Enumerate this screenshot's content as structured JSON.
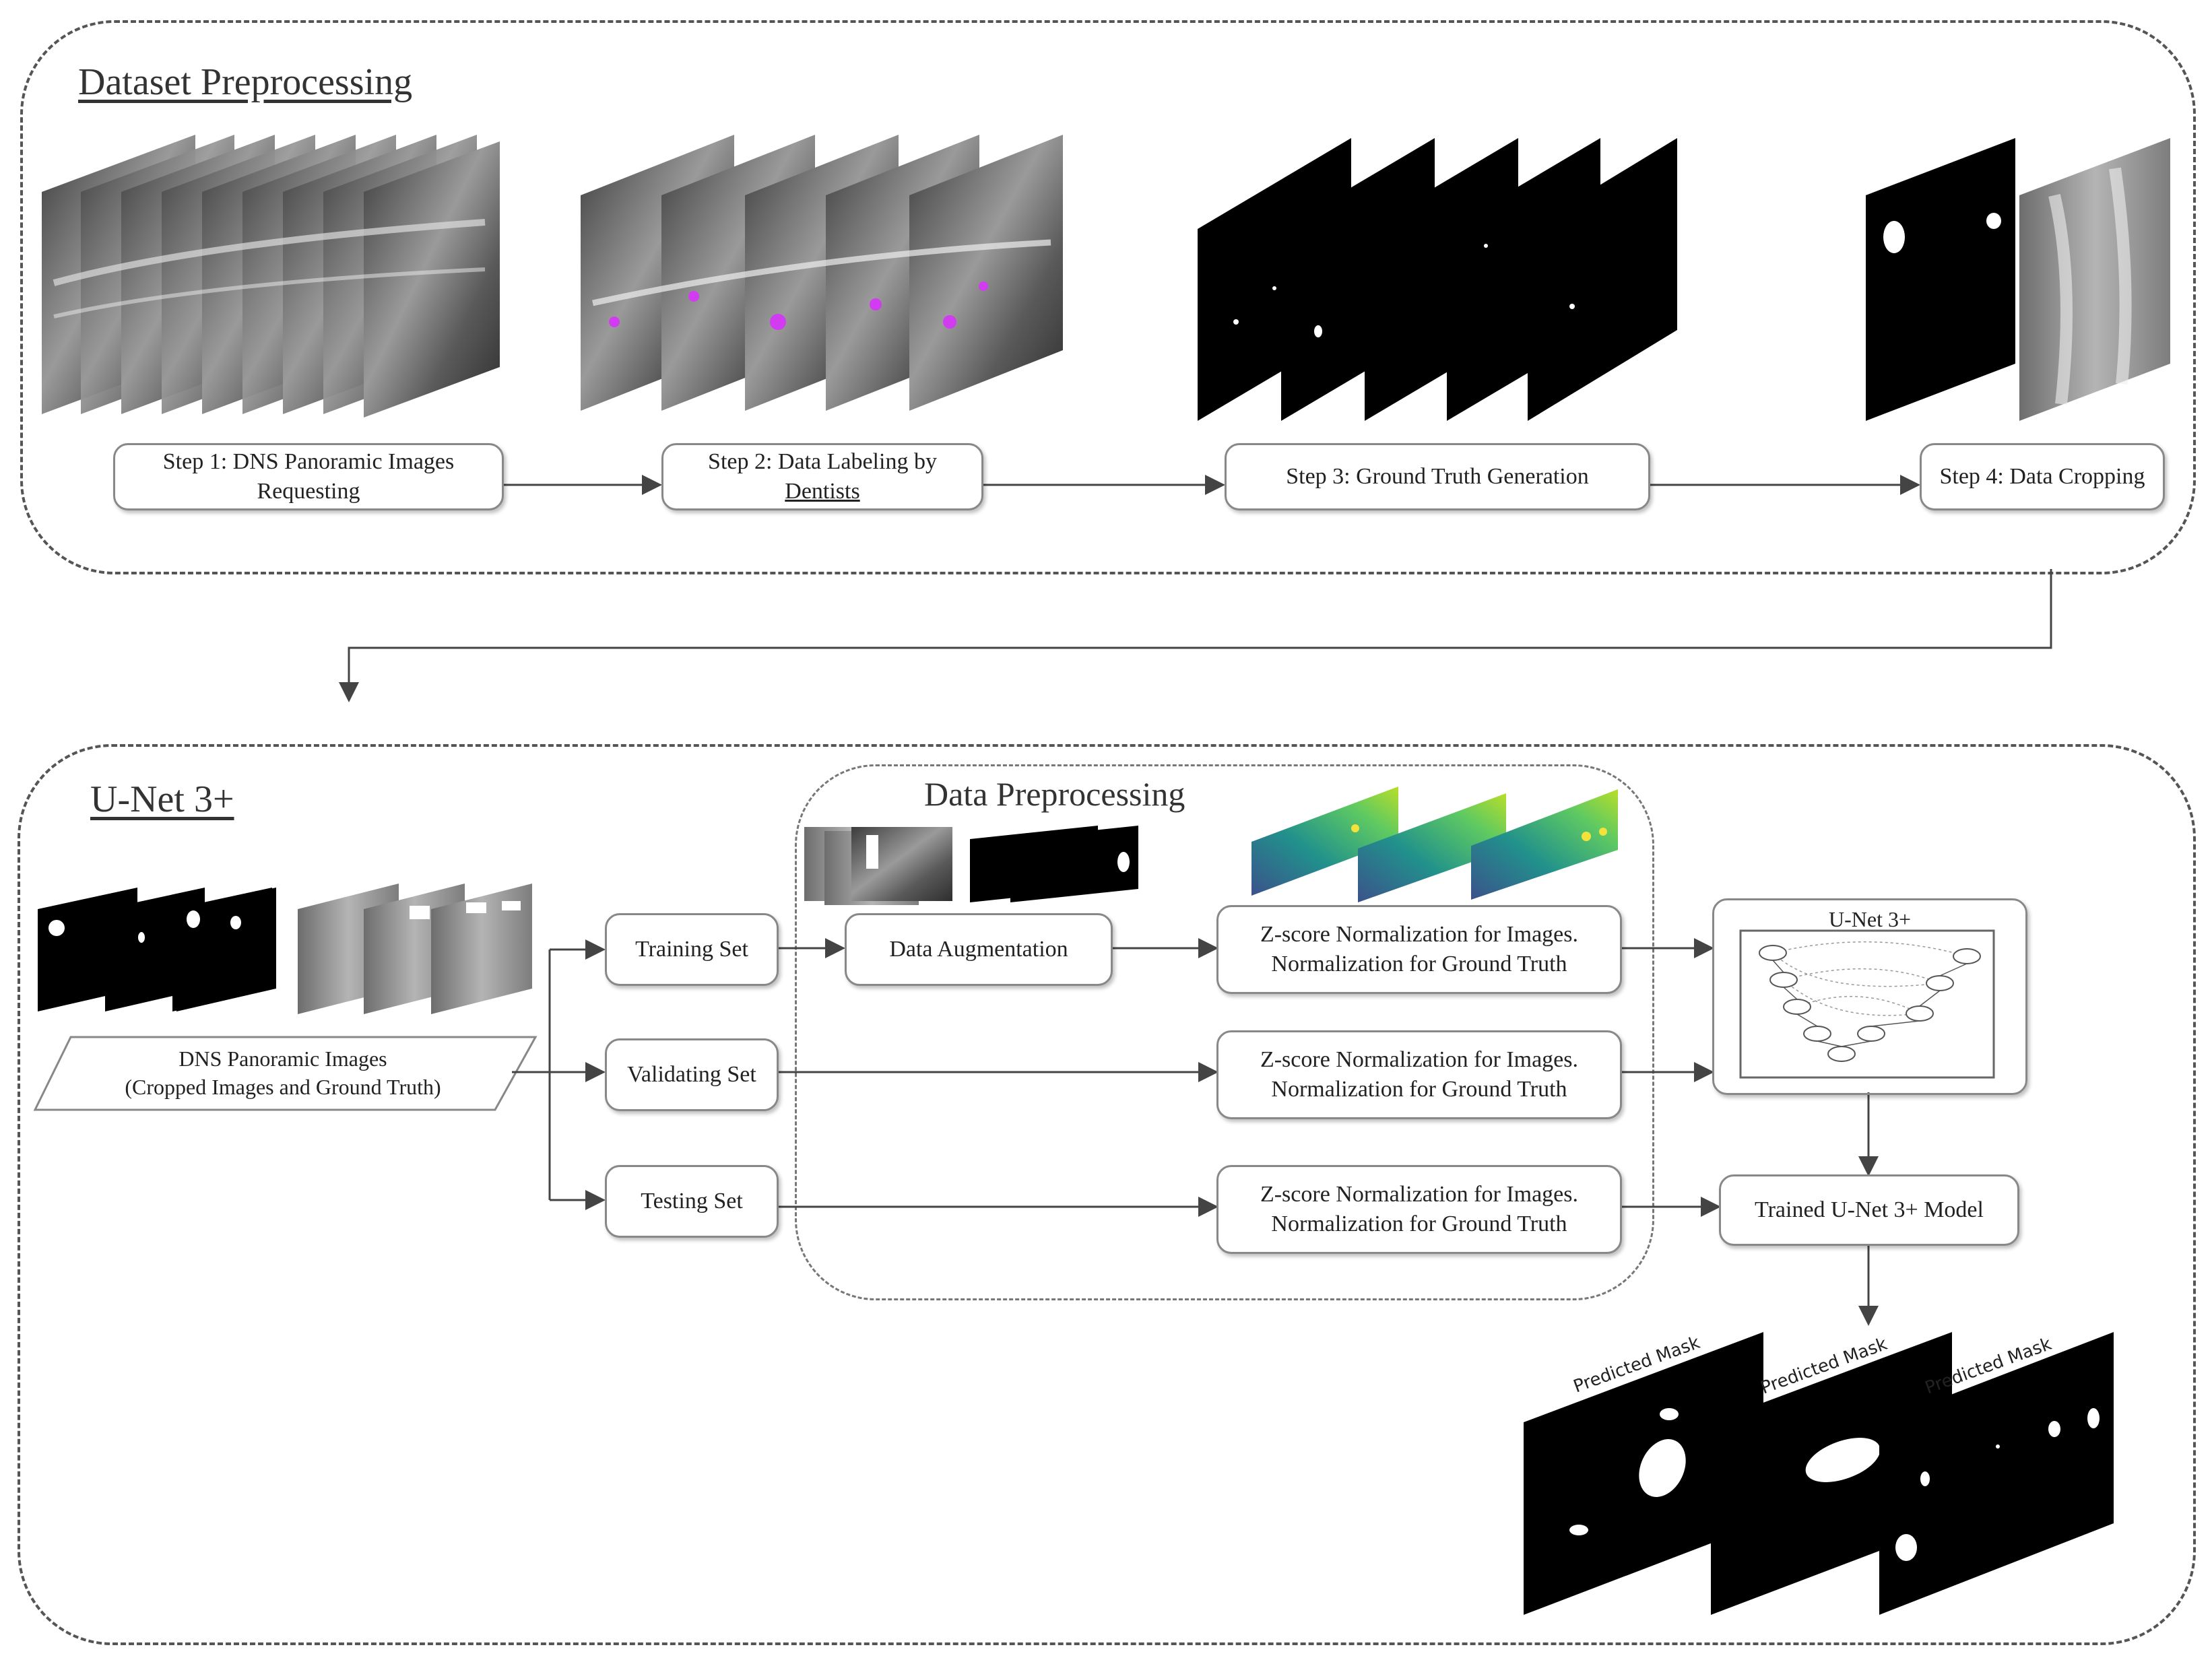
{
  "dataset_section": {
    "title": "Dataset Preprocessing",
    "steps": [
      {
        "label": "Step 1: DNS Panoramic Images\nRequesting"
      },
      {
        "label_line1": "Step 2: Data Labeling by",
        "label_line2": "Dentists"
      },
      {
        "label": "Step 3: Ground Truth Generation"
      },
      {
        "label": "Step 4: Data Cropping"
      }
    ]
  },
  "unet_section": {
    "title": "U-Net 3+",
    "input_label": "DNS Panoramic Images\n(Cropped Images and Ground Truth)",
    "data_preprocessing_title": "Data Preprocessing",
    "sets": {
      "training": "Training Set",
      "validating": "Validating Set",
      "testing": "Testing Set"
    },
    "augmentation": "Data Augmentation",
    "normalization": "Z-score Normalization for Images.\nNormalization for Ground Truth",
    "model_box_title": "U-Net 3+",
    "trained_model": "Trained U-Net 3+ Model",
    "predicted_mask_label": "Predicted Mask"
  },
  "colors": {
    "panel_border": "#555555",
    "box_border": "#888888",
    "arrow": "#444444",
    "mask_black": "#000000",
    "xray_gray": "#7a7a7a",
    "label_magenta": "#d23cf0",
    "viridis_green": "#5ec962",
    "viridis_teal": "#21918c",
    "viridis_purple": "#3b528b"
  }
}
